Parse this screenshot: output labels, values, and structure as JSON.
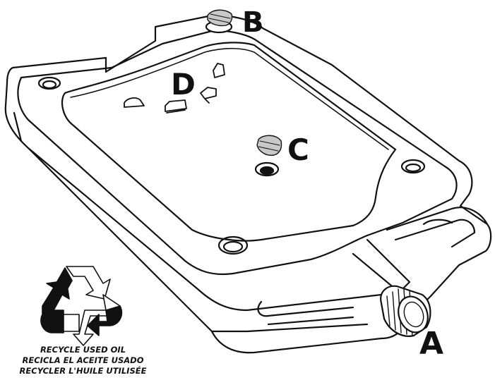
{
  "callouts": {
    "a": "A",
    "b": "B",
    "c": "C",
    "d": "D"
  },
  "recycle": {
    "line1": "RECYCLE USED OIL",
    "line2": "RECICLA EL ACEITE USADO",
    "line3": "RECYCLER L'HUILE UTILISÉE"
  },
  "colors": {
    "ink": "#111111",
    "background": "#ffffff",
    "cap_shade": "#c8c8c8"
  },
  "icons": [
    "recycle-icon",
    "threaded-cap-icon",
    "plug-icon",
    "drain-hole-icon",
    "vent-tab-icon"
  ]
}
